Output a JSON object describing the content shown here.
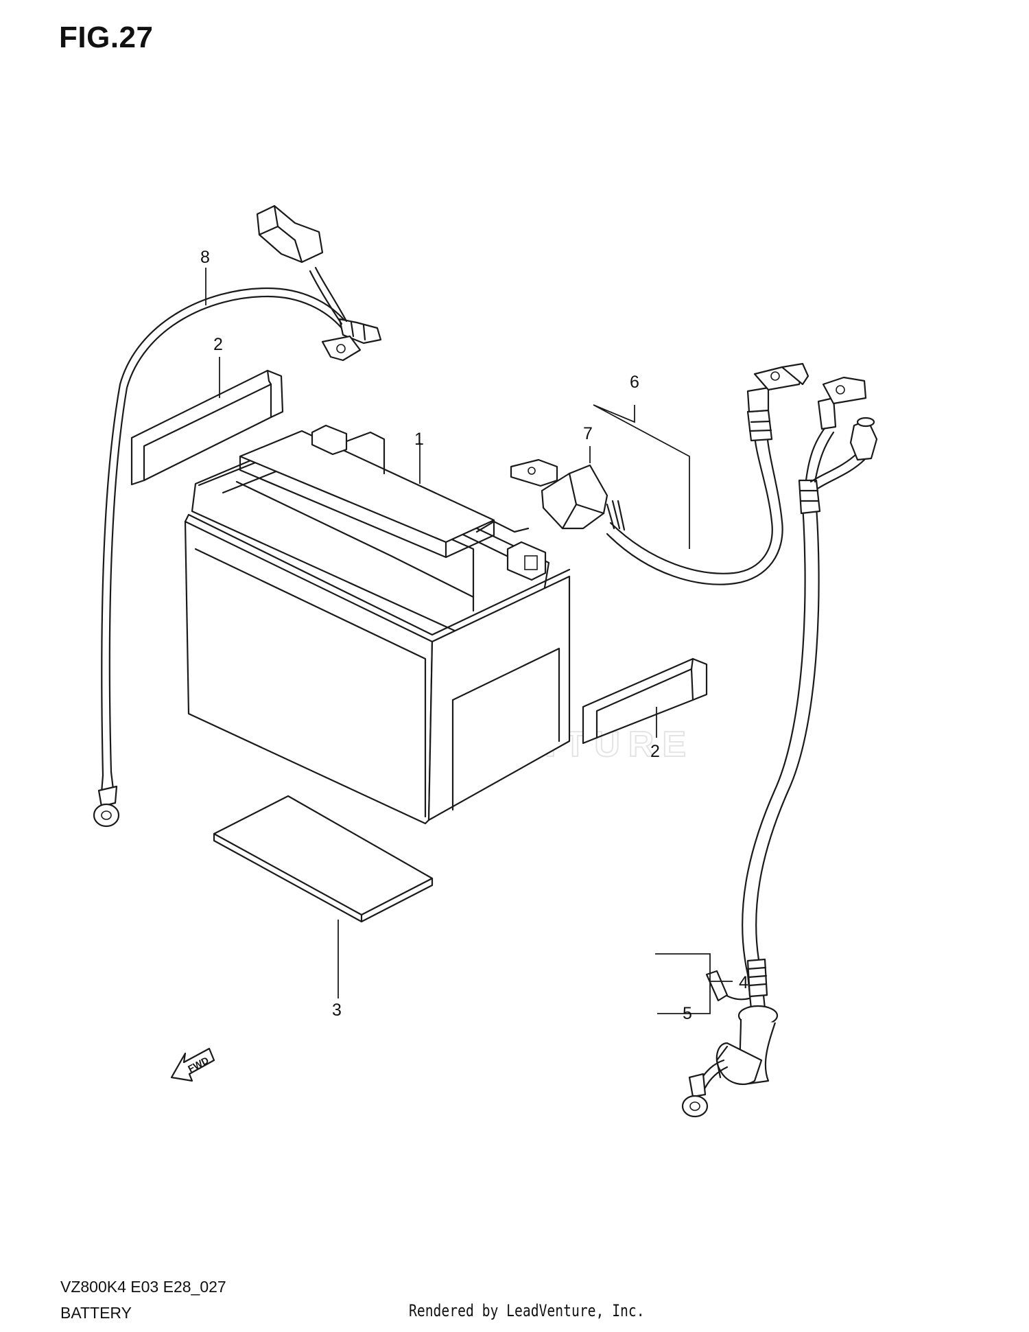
{
  "figure_title": "FIG.27",
  "callouts": {
    "c1": "1",
    "c2a": "2",
    "c2b": "2",
    "c3": "3",
    "c4": "4",
    "c5": "5",
    "c6": "6",
    "c7": "7",
    "c8": "8"
  },
  "watermark": "LEADVENTURE",
  "fwd_label": "FWD",
  "model_code": "VZ800K4 E03 E28_027",
  "section_name": "BATTERY",
  "credit": "Rendered by LeadVenture, Inc."
}
